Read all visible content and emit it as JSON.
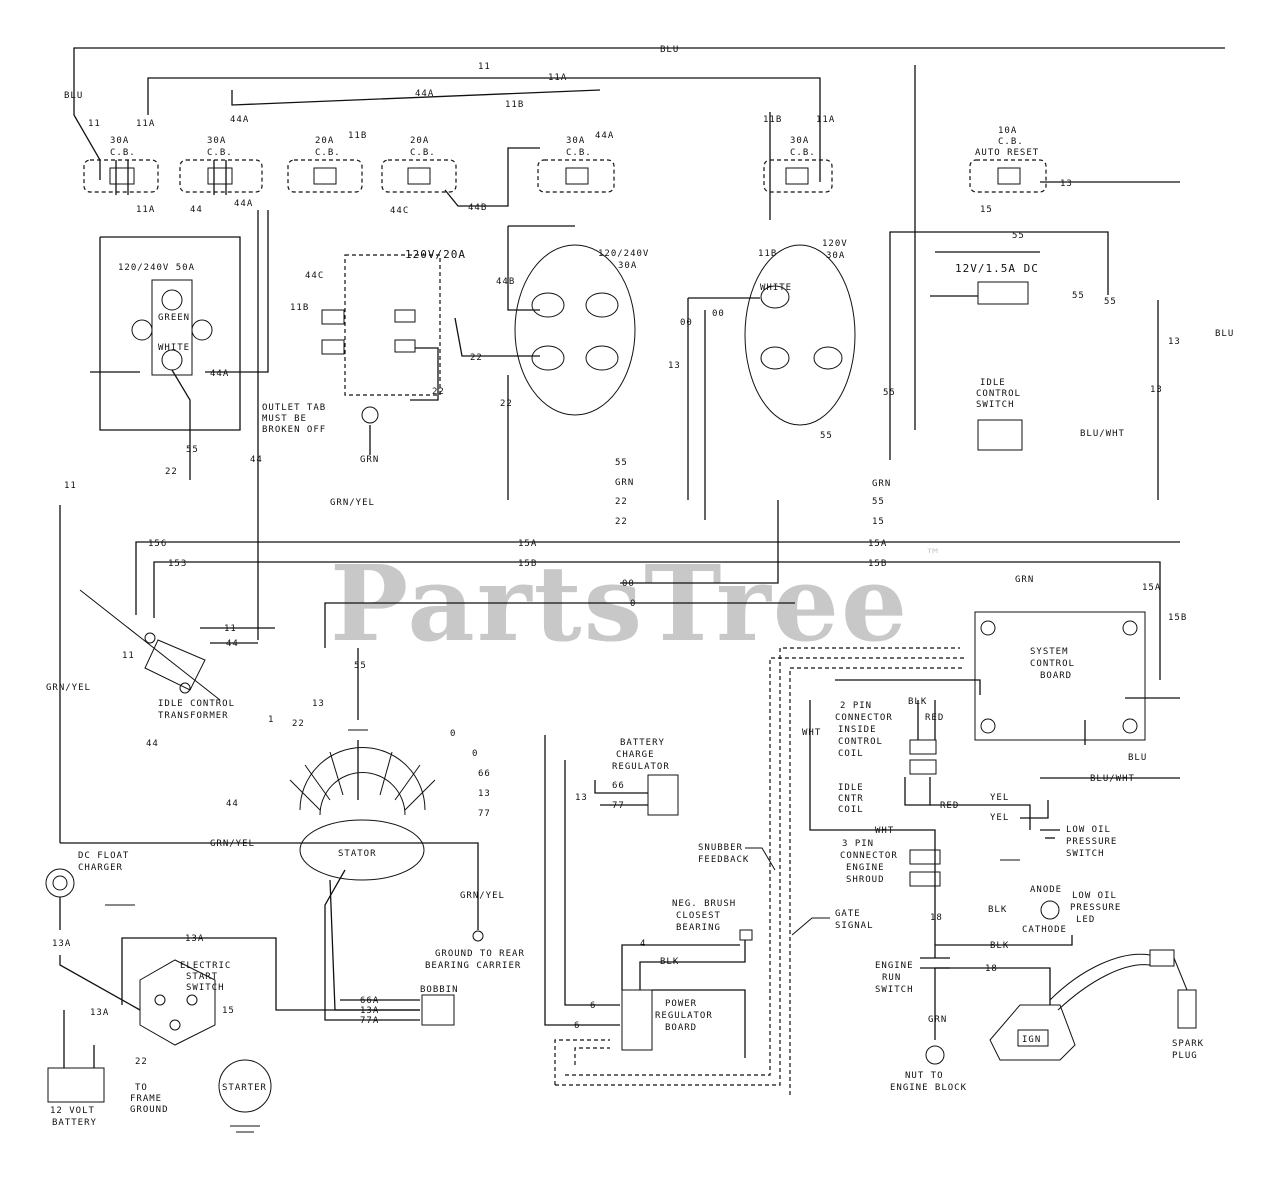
{
  "watermark": {
    "brand": "PartsTree",
    "tm": "™"
  },
  "breakers": {
    "cb1": {
      "rating": "30A",
      "type": "C.B."
    },
    "cb2": {
      "rating": "30A",
      "type": "C.B."
    },
    "cb3": {
      "rating": "20A",
      "type": "C.B."
    },
    "cb4": {
      "rating": "20A",
      "type": "C.B."
    },
    "cb5": {
      "rating": "30A",
      "type": "C.B."
    },
    "cb6": {
      "rating": "30A",
      "type": "C.B."
    },
    "cb7": {
      "rating": "10A",
      "type": "C.B.",
      "note": "AUTO RESET"
    }
  },
  "outlets": {
    "o240_50": "120/240V 50A",
    "o120_20": "120V/20A",
    "o240_30a": "120/240V",
    "o240_30b": "30A",
    "o120_30a": "120V",
    "o120_30b": "30A",
    "green": "GREEN",
    "white": "WHITE",
    "tab_note": [
      "OUTLET TAB",
      "MUST BE",
      "BROKEN OFF"
    ]
  },
  "dc": {
    "label": "12V/1.5A DC",
    "idle_switch": [
      "IDLE",
      "CONTROL",
      "SWITCH"
    ],
    "idle_solenoid": [
      "IDLE CONTROL",
      "TRANSFORMER"
    ]
  },
  "charger": {
    "label": [
      "DC FLOAT",
      "CHARGER"
    ]
  },
  "battery": {
    "label": [
      "12 VOLT",
      "BATTERY"
    ]
  },
  "starter": {
    "label": "STARTER"
  },
  "start_switch": {
    "label": [
      "ELECTRIC",
      "START",
      "SWITCH"
    ]
  },
  "stator": {
    "label": "STATOR",
    "ground": [
      "GROUND TO REAR",
      "BEARING CARRIER"
    ]
  },
  "bobbin": {
    "label": "BOBBIN"
  },
  "battery_reg": {
    "label": [
      "BATTERY",
      "CHARGE",
      "REGULATOR"
    ]
  },
  "power_board": {
    "label": [
      "POWER",
      "REGULATOR",
      "BOARD"
    ],
    "brush": [
      "NEG. BRUSH",
      "CLOSEST",
      "BEARING"
    ]
  },
  "snubber": {
    "label": [
      "SNUBBER",
      "FEEDBACK"
    ]
  },
  "gate": {
    "label": [
      "GATE",
      "SIGNAL"
    ]
  },
  "control_board": {
    "label": [
      "SYSTEM",
      "CONTROL",
      "BOARD"
    ]
  },
  "connectors": {
    "two_pin": [
      "2 PIN",
      "CONNECTOR",
      "INSIDE",
      "CONTROL",
      "COIL"
    ],
    "idle_coil": [
      "IDLE",
      "CNTR",
      "COIL"
    ],
    "three_pin": [
      "3 PIN",
      "CONNECTOR",
      "ENGINE",
      "SHROUD"
    ]
  },
  "engine": {
    "low_oil": [
      "LOW OIL",
      "PRESSURE",
      "SWITCH"
    ],
    "led": [
      "LOW OIL",
      "PRESSURE",
      "LED"
    ],
    "anode": "ANODE",
    "cathode": "CATHODE",
    "run_switch": [
      "ENGINE",
      "RUN",
      "SWITCH"
    ],
    "nut": [
      "NUT TO",
      "ENGINE BLOCK"
    ],
    "spark": [
      "SPARK",
      "PLUG"
    ],
    "ign": "IGN"
  },
  "ground_frame": [
    "TO",
    "FRAME",
    "GROUND"
  ],
  "colors": {
    "wire": "#111111",
    "watermark": "#c8c8c8"
  },
  "wires": [
    {
      "id": "w-blu-top",
      "label": "BLU"
    },
    {
      "id": "w-11",
      "label": "11"
    },
    {
      "id": "w-11a",
      "label": "11A"
    },
    {
      "id": "w-44a",
      "label": "44A"
    },
    {
      "id": "w-11b",
      "label": "11B"
    },
    {
      "id": "w-blu-left",
      "label": "BLU"
    },
    {
      "id": "w-44b",
      "label": "44B"
    },
    {
      "id": "w-44c",
      "label": "44C"
    },
    {
      "id": "w-13",
      "label": "13"
    },
    {
      "id": "w-55",
      "label": "55"
    },
    {
      "id": "w-55b",
      "label": "55"
    },
    {
      "id": "w-15",
      "label": "15"
    },
    {
      "id": "w-22",
      "label": "22"
    },
    {
      "id": "w-00",
      "label": "00"
    },
    {
      "id": "w-grn",
      "label": "GRN"
    },
    {
      "id": "w-grnyel",
      "label": "GRN/YEL"
    },
    {
      "id": "w-15a",
      "label": "15A"
    },
    {
      "id": "w-15b",
      "label": "15B"
    },
    {
      "id": "w-156",
      "label": "156"
    },
    {
      "id": "w-153",
      "label": "153"
    },
    {
      "id": "w-blu-right",
      "label": "BLU"
    },
    {
      "id": "w-bluwht",
      "label": "BLU/WHT"
    },
    {
      "id": "w-blk",
      "label": "BLK"
    },
    {
      "id": "w-red",
      "label": "RED"
    },
    {
      "id": "w-yel",
      "label": "YEL"
    },
    {
      "id": "w-wht",
      "label": "WHT"
    },
    {
      "id": "w-18",
      "label": "18"
    },
    {
      "id": "w-66a",
      "label": "66A"
    },
    {
      "id": "w-13a",
      "label": "13A"
    },
    {
      "id": "w-77a",
      "label": "77A"
    },
    {
      "id": "w-4",
      "label": "4"
    },
    {
      "id": "w-6",
      "label": "6"
    },
    {
      "id": "w-0",
      "label": "0"
    },
    {
      "id": "w-66",
      "label": "66"
    },
    {
      "id": "w-77",
      "label": "77"
    },
    {
      "id": "w-44",
      "label": "44"
    },
    {
      "id": "w-1",
      "label": "1"
    }
  ]
}
